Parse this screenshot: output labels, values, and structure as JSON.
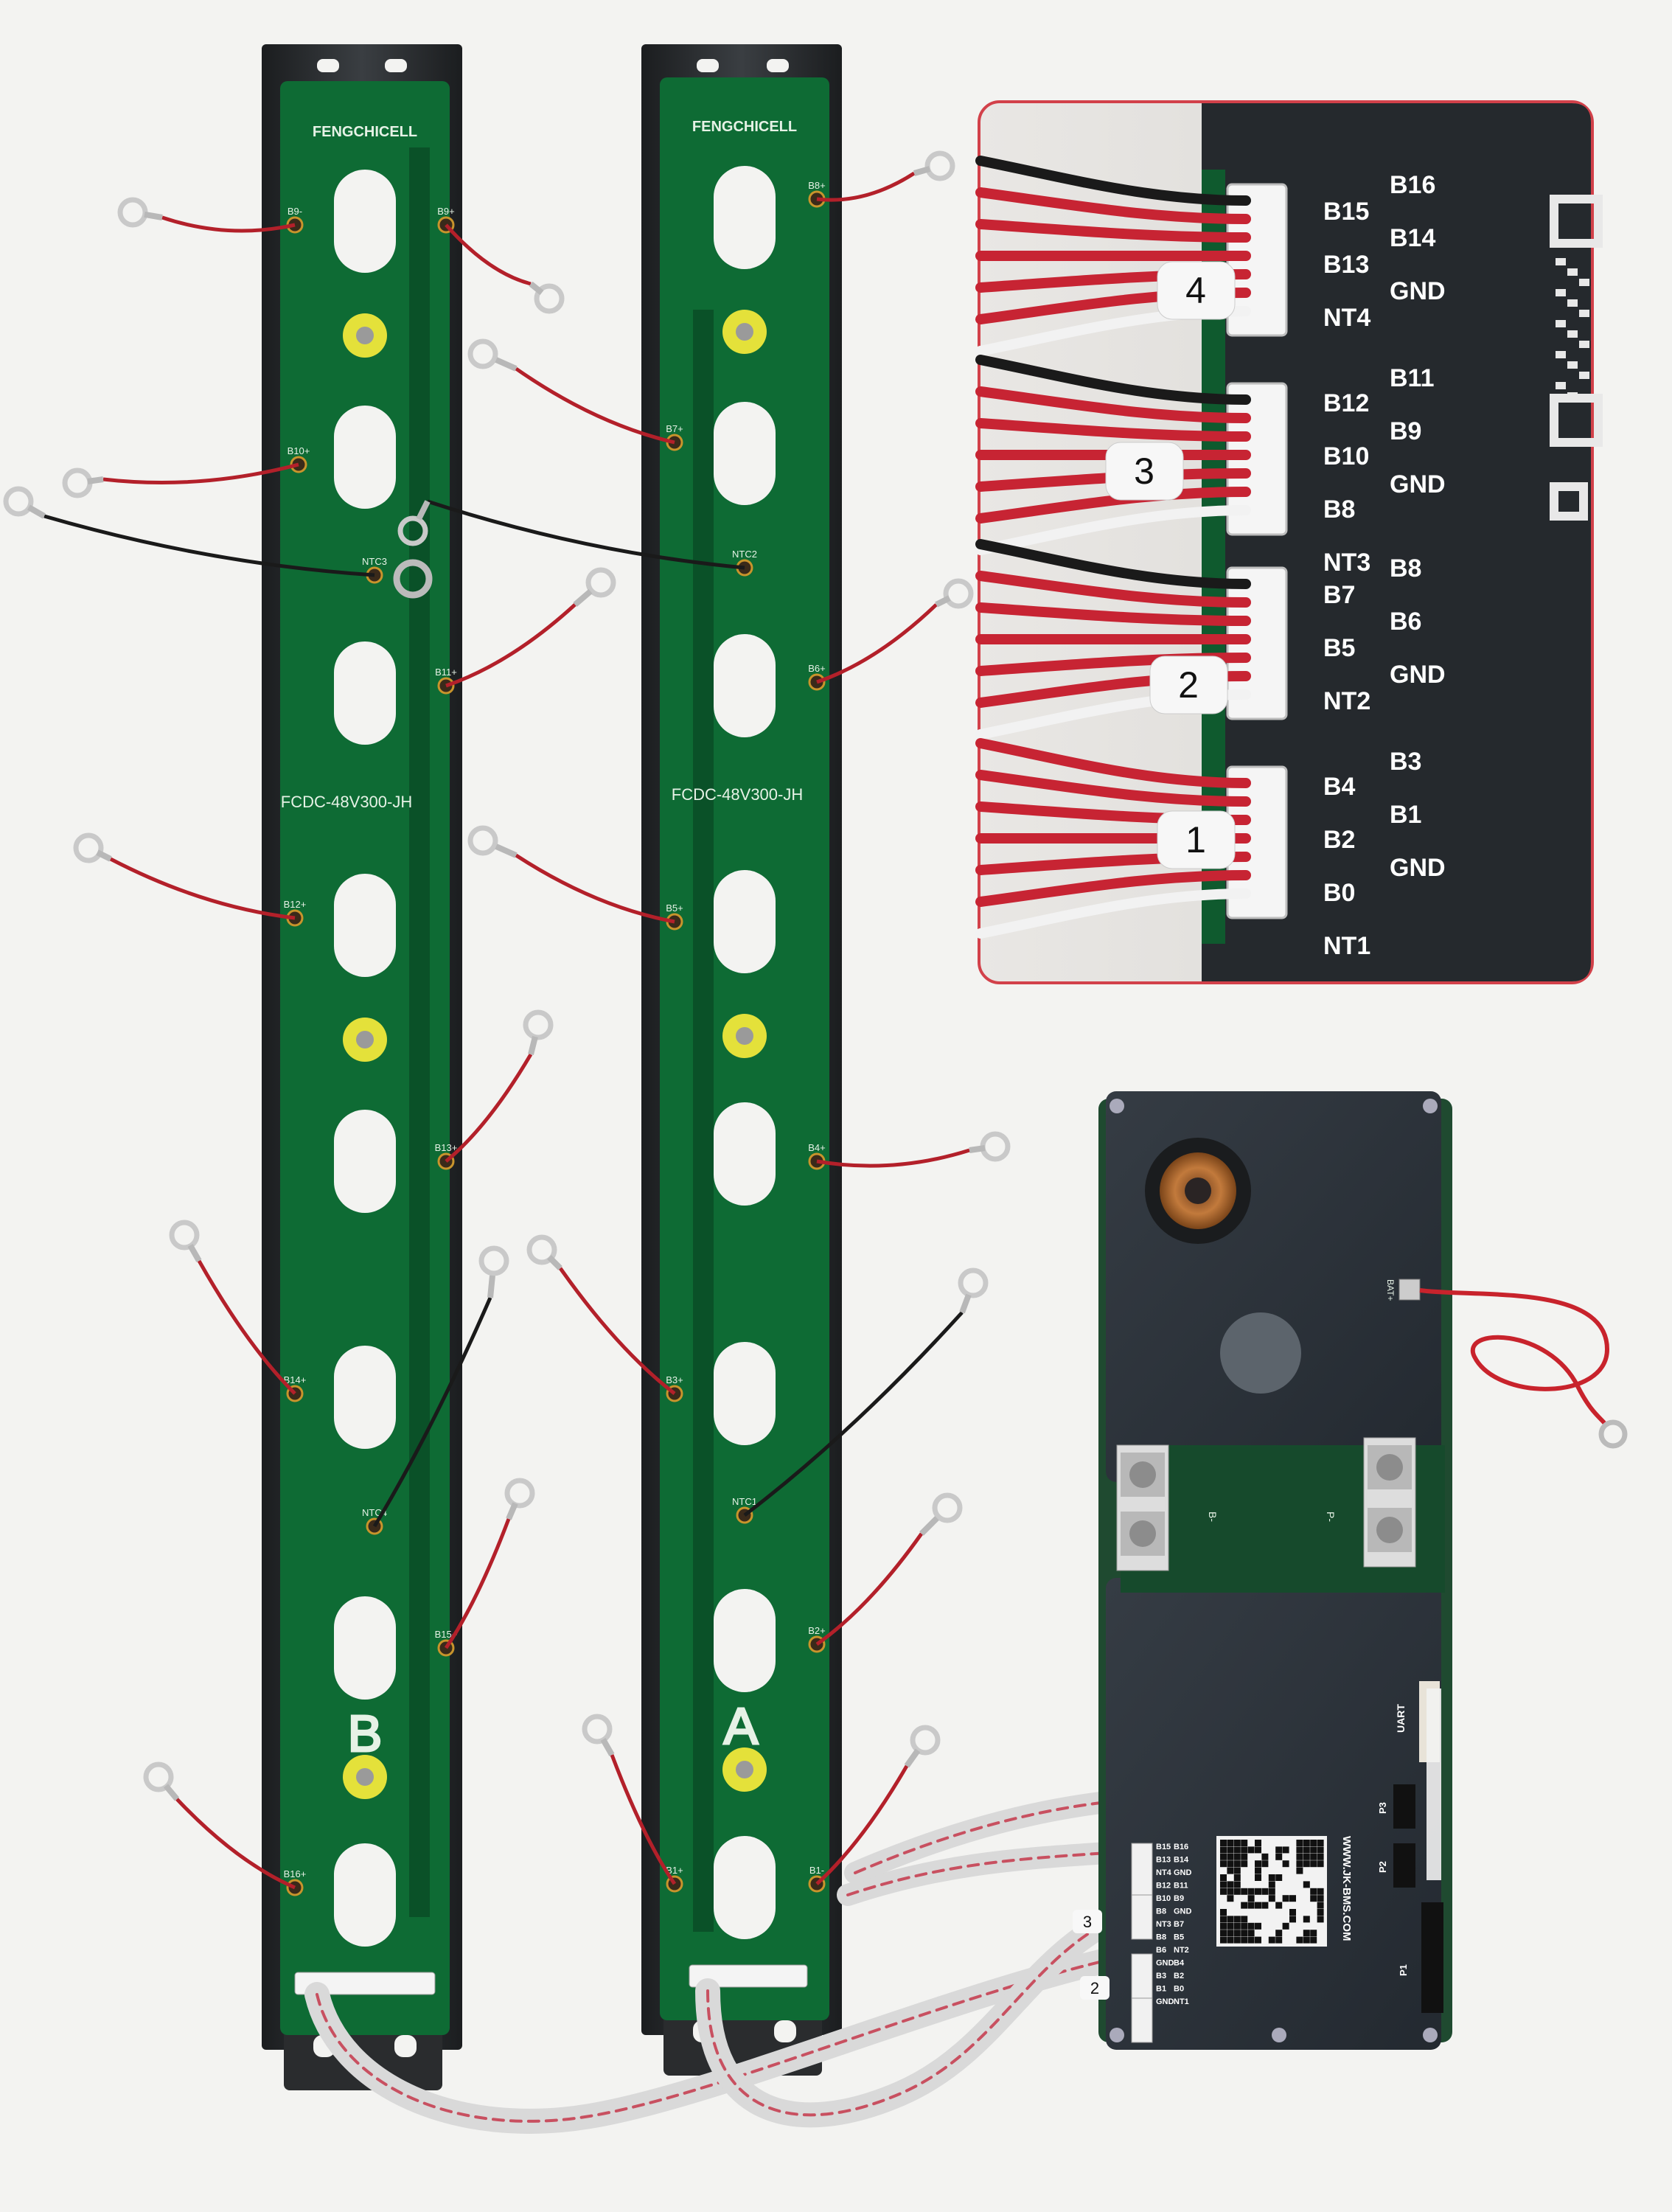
{
  "boards": [
    {
      "logo": "FENGCHICELL",
      "model": "FCDC-48V300-JH",
      "letter": "B",
      "pads": [
        "B9-",
        "B9+",
        "B10+",
        "NTC3",
        "B11+",
        "B12+",
        "B13+",
        "B14+",
        "NTC4",
        "B15+",
        "B16+"
      ]
    },
    {
      "logo": "FENGCHICELL",
      "model": "FCDC-48V300-JH",
      "letter": "A",
      "pads": [
        "B8+",
        "B7+",
        "NTC2",
        "B6+",
        "B5+",
        "B4+",
        "B3+",
        "NTC1",
        "B2+",
        "B1+",
        "B1-"
      ]
    }
  ],
  "inset": {
    "connectors": [
      {
        "tag": "4",
        "left": [
          "B15",
          "B13",
          "NT4"
        ],
        "right": [
          "B16",
          "B14",
          "GND"
        ]
      },
      {
        "tag": "3",
        "left": [
          "B12",
          "B10",
          "B8",
          "NT3"
        ],
        "right": [
          "B11",
          "B9",
          "GND"
        ]
      },
      {
        "tag": "2",
        "left": [
          "B7",
          "B5",
          "NT2"
        ],
        "right": [
          "B8",
          "B6",
          "GND"
        ]
      },
      {
        "tag": "1",
        "left": [
          "B4",
          "B2",
          "B0",
          "NT1"
        ],
        "right": [
          "B3",
          "B1",
          "GND"
        ]
      }
    ]
  },
  "bms": {
    "website": "WWW.JK-BMS.COM",
    "port_labels": [
      "UART",
      "P3",
      "P2",
      "P1",
      "BAT+",
      "B-",
      "P-"
    ],
    "header_labels": [
      "B15",
      "B16",
      "B13",
      "B14",
      "NT4",
      "GND",
      "B12",
      "B11",
      "B10",
      "B9",
      "B8",
      "GND",
      "NT3",
      "B7",
      "B8",
      "B5",
      "B6",
      "NT2",
      "GND",
      "B4",
      "B3",
      "B2",
      "B1",
      "B0",
      "GND",
      "NT1"
    ],
    "cable_tags": [
      "3",
      "2"
    ]
  },
  "colors": {
    "pcb_green": "#0e6b34",
    "pcb_dark": "#0a5128",
    "rail": "#2b2e30",
    "wire_red": "#b3202a",
    "bms_body": "#2c3239",
    "inset_border": "#d2414a"
  }
}
